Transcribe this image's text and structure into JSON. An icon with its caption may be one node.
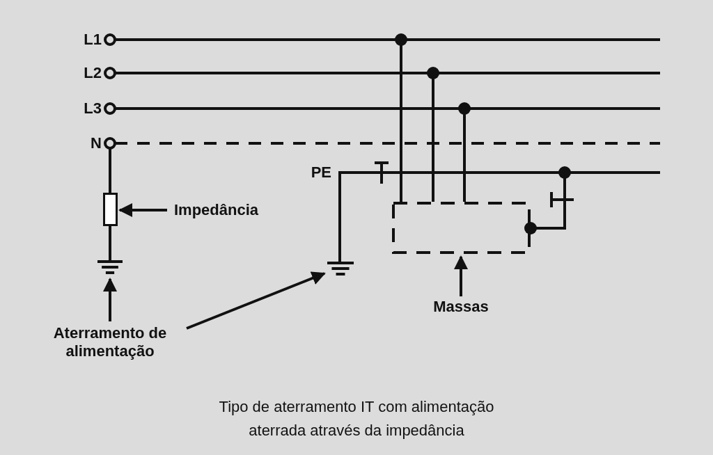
{
  "diagram": {
    "caption": "Tipo de aterramento IT com alimentação aterrada através da impedância",
    "nodes": [
      {
        "text": [
          "Impedância"
        ]
      },
      {
        "text": [],
        "shape": "box"
      },
      {
        "text": [
          "Aterramento de alimentação"
        ]
      },
      {
        "text": [],
        "shape": "picture"
      },
      {
        "text": [],
        "shape": "picture"
      },
      {
        "text": [
          "Massas"
        ]
      },
      {
        "text": [],
        "shape": "box"
      }
    ],
    "edges": [
      {
        "from": 0,
        "to": 1,
        "arrow": "to"
      },
      {
        "from": 1,
        "to": 3,
        "arrow": "none"
      },
      {
        "from": 2,
        "to": 3,
        "arrow": "to"
      },
      {
        "from": 2,
        "to": 4,
        "arrow": "to"
      },
      {
        "from": 4,
        "to": 6,
        "arrow": "other"
      },
      {
        "from": 5,
        "to": 6,
        "arrow": "to"
      }
    ],
    "labels": [
      "L1",
      "L2",
      "L3",
      "N",
      "PE"
    ]
  }
}
